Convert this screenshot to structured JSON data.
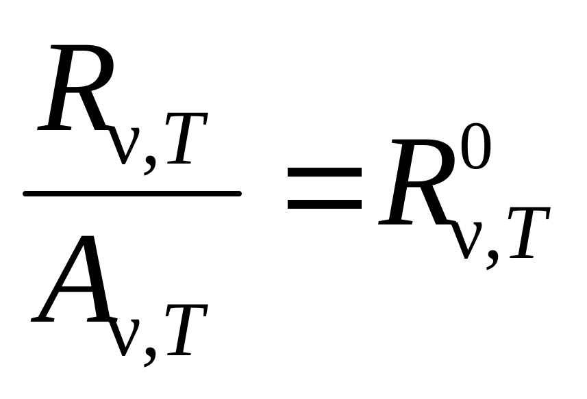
{
  "formula": {
    "numerator": {
      "symbol": "R",
      "sub_nu": "ν",
      "sub_comma": ",",
      "sub_T": "T"
    },
    "denominator": {
      "symbol": "A",
      "sub_nu": "ν",
      "sub_comma": ",",
      "sub_T": "T"
    },
    "rhs": {
      "symbol": "R",
      "superscript": "0",
      "sub_nu": "ν",
      "sub_comma": ",",
      "sub_T": "T"
    }
  }
}
